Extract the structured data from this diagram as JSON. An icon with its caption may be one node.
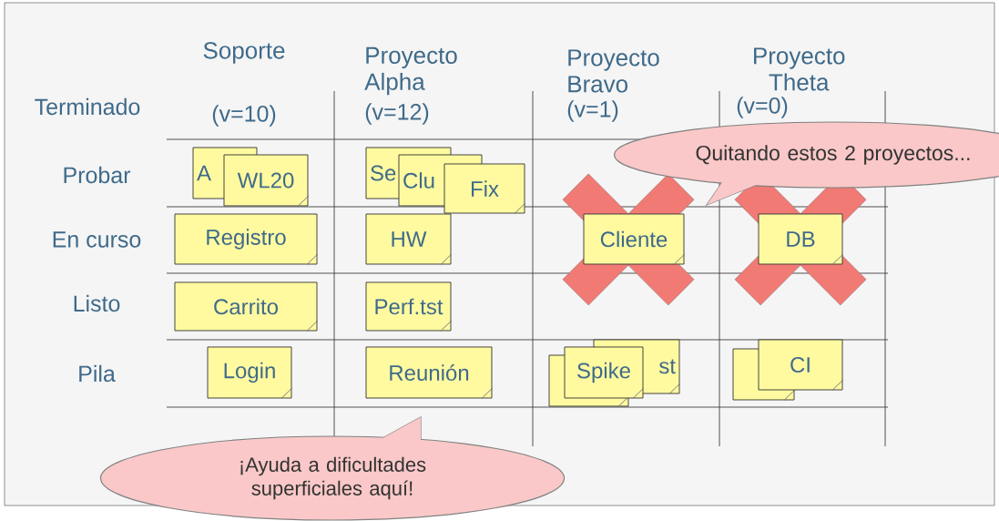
{
  "diagram": {
    "nodes": [
      {
        "text": [
          "Quitando estos 2 proyectos..."
        ]
      },
      {
        "text": [
          "A"
        ]
      },
      {
        "text": [
          "WL20"
        ]
      },
      {
        "text": [
          "Se"
        ]
      },
      {
        "text": [
          "Clu"
        ]
      },
      {
        "text": [
          "Fix"
        ]
      },
      {
        "text": [
          "Registro"
        ]
      },
      {
        "text": [
          "HW"
        ]
      },
      {
        "text": [
          "Cliente"
        ]
      },
      {
        "text": [
          "DB"
        ]
      },
      {
        "text": [
          "Carrito"
        ]
      },
      {
        "text": [
          "Perf.tst"
        ]
      },
      {
        "text": [
          "Login"
        ]
      },
      {
        "text": [
          "Reunión"
        ]
      },
      {
        "text": [],
        "shape": "box"
      },
      {
        "text": [
          "st"
        ]
      },
      {
        "text": [
          "Spike"
        ]
      },
      {
        "text": [],
        "shape": "box"
      },
      {
        "text": [
          "CI"
        ]
      },
      {
        "text": [
          "¡Ayuda a dificultades superficiales aquí!"
        ]
      }
    ],
    "labels": [
      "Soporte",
      "Proyecto Alpha",
      "Proyecto Bravo",
      "Proyecto Theta",
      "Terminado",
      "(v=10)",
      "(v=12)",
      "(v=1)",
      "(v=0)",
      "Probar",
      "En curso",
      "Listo",
      "Pila"
    ]
  }
}
